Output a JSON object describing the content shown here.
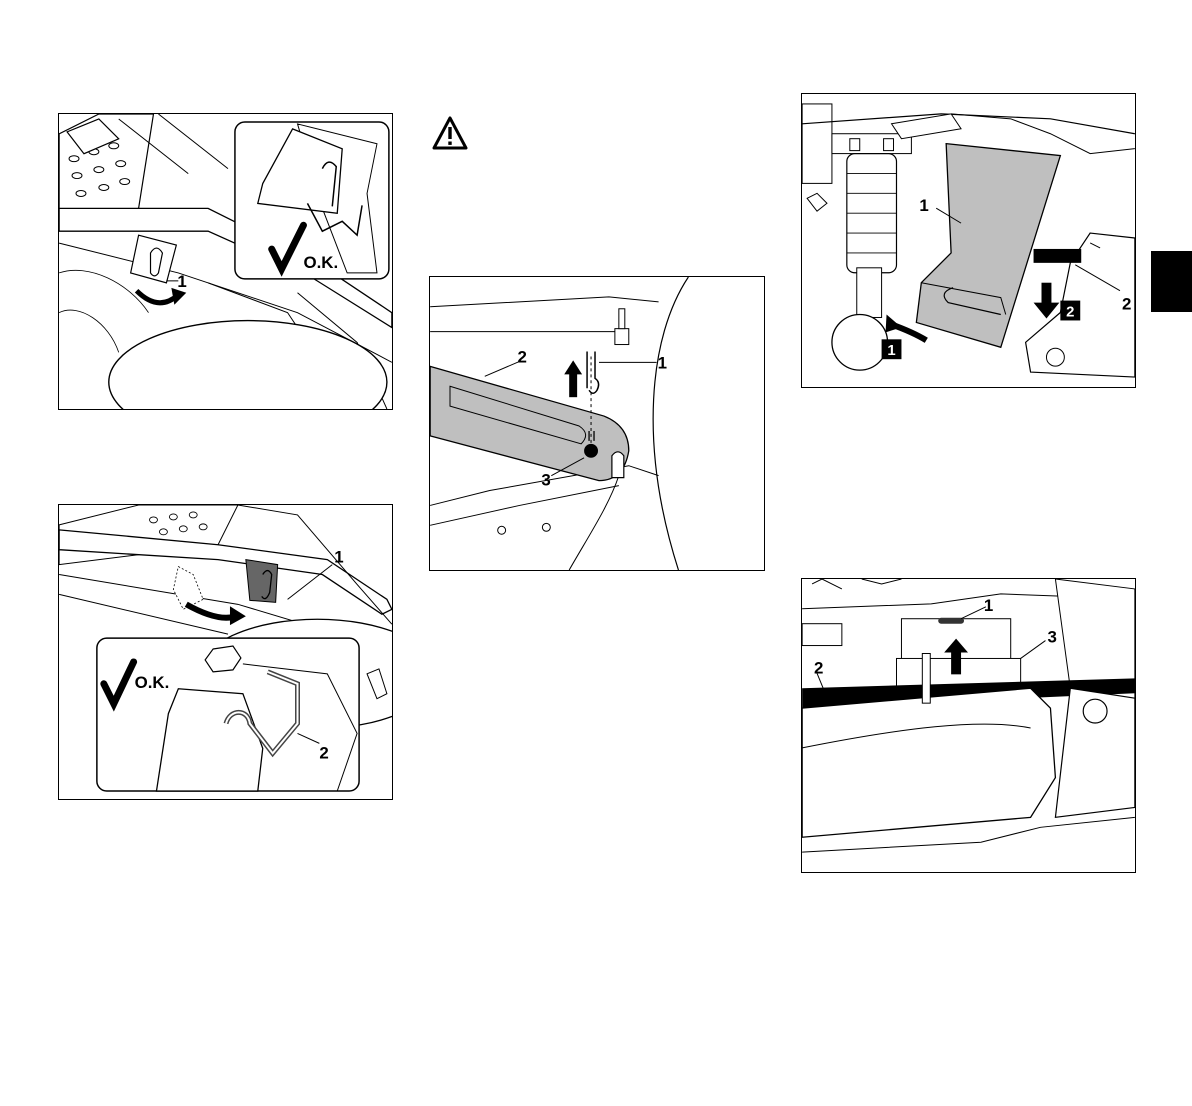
{
  "icons": {
    "warning": "warning-triangle-icon",
    "checkmark": "checkmark-icon",
    "arrow": "arrow-icon"
  },
  "figures": {
    "fig1": {
      "callouts": [
        "1"
      ],
      "ok_label": "O.K."
    },
    "fig2": {
      "callouts": [
        "1",
        "2"
      ],
      "ok_label": "O.K."
    },
    "fig3": {
      "callouts": [
        "1",
        "2",
        "3"
      ]
    },
    "fig4": {
      "callouts": [
        "1",
        "2"
      ],
      "step_badges": [
        "1",
        "2"
      ]
    },
    "fig5": {
      "callouts": [
        "1",
        "2",
        "3"
      ]
    }
  }
}
